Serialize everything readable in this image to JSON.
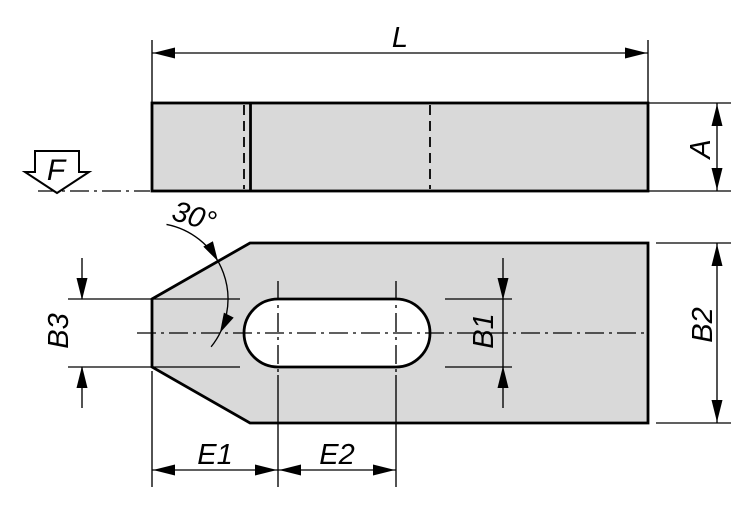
{
  "drawing": {
    "description": "Technical drawing of a strap clamp with elongated slot, two orthographic views",
    "colors": {
      "part_fill": "#d9d9d9",
      "line": "#000000",
      "background": "#ffffff"
    },
    "side_view": {
      "length_label": "L",
      "thickness_label": "A",
      "force_label": "F"
    },
    "plan_view": {
      "angle_label": "30°",
      "nose_width_label": "B3",
      "slot_width_label": "B1",
      "body_width_label": "B2",
      "edge_to_slot_label": "E1",
      "slot_length_label": "E2"
    }
  }
}
